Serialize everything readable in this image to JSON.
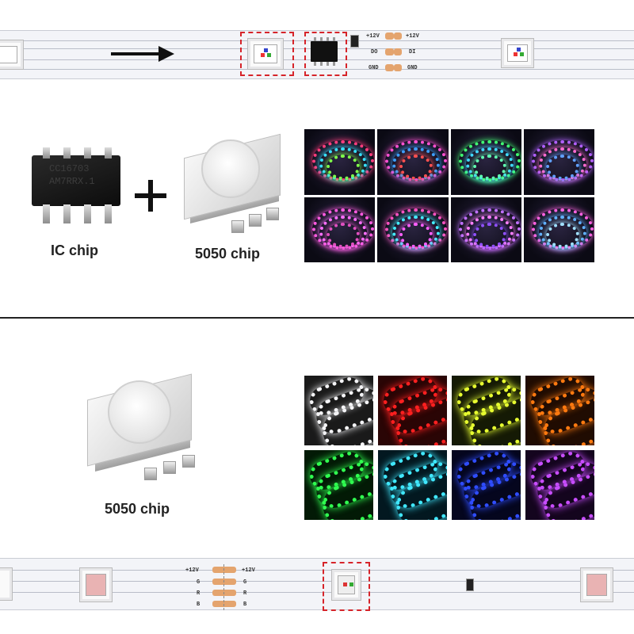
{
  "top_strip": {
    "pad_labels_left": [
      "+12V",
      "DO",
      "GND"
    ],
    "pad_labels_right": [
      "+12V",
      "DI",
      "GND"
    ]
  },
  "ic_chip": {
    "markings": [
      "CC16703",
      "AM7RRX.1"
    ],
    "caption": "IC chip"
  },
  "chip_5050_top": {
    "caption": "5050 chip"
  },
  "chip_5050_bottom": {
    "caption": "5050 chip"
  },
  "grid_top": {
    "tiles": [
      {
        "colors": [
          "#ff3a7a",
          "#37e0ff",
          "#7fff4a"
        ]
      },
      {
        "colors": [
          "#ff4fd0",
          "#3aa0ff",
          "#ff5050"
        ]
      },
      {
        "colors": [
          "#40ff70",
          "#40d8ff",
          "#60ffb0"
        ]
      },
      {
        "colors": [
          "#b060ff",
          "#ff6ad0",
          "#60a0ff"
        ]
      },
      {
        "colors": [
          "#ff5ae0",
          "#ff70ff",
          "#e050c0"
        ]
      },
      {
        "colors": [
          "#ff50c0",
          "#40f0ff",
          "#ff60ff"
        ]
      },
      {
        "colors": [
          "#c070ff",
          "#ff80ff",
          "#9050ff"
        ]
      },
      {
        "colors": [
          "#ff60e0",
          "#60b0ff",
          "#a0e0ff"
        ]
      }
    ]
  },
  "grid_bottom": {
    "tiles": [
      {
        "color": "#f4f4f6",
        "bg": "#1a1a1a"
      },
      {
        "color": "#ff2020",
        "bg": "#2a0505"
      },
      {
        "color": "#e8ff30",
        "bg": "#151a05"
      },
      {
        "color": "#ff7a10",
        "bg": "#200c02"
      },
      {
        "color": "#30ff50",
        "bg": "#031a06"
      },
      {
        "color": "#40e8ff",
        "bg": "#031820"
      },
      {
        "color": "#2f4dff",
        "bg": "#05061e"
      },
      {
        "color": "#c84dff",
        "bg": "#14051e"
      }
    ]
  },
  "bottom_strip": {
    "pad_labels_left": [
      "+12V",
      "G",
      "R",
      "B"
    ],
    "pad_labels_right": [
      "+12V",
      "G",
      "R",
      "B"
    ]
  },
  "colors": {
    "highlight_dash": "#d6242a",
    "pad": "#e4a46e"
  }
}
